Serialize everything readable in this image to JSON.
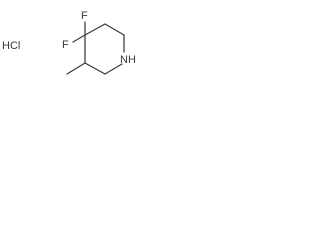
{
  "salt": "HCl",
  "atoms": {
    "fluorine_top": "F",
    "fluorine_left": "F",
    "nitrogen": "NH"
  }
}
